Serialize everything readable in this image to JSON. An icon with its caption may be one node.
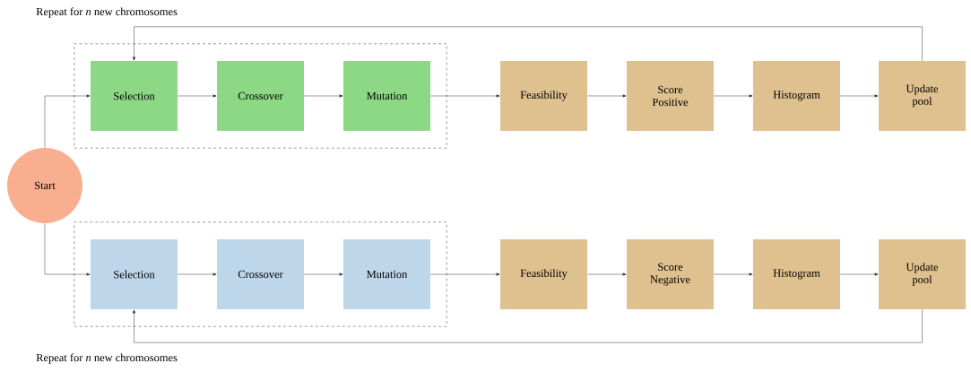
{
  "diagram": {
    "nodes": [
      {
        "text": [
          "Start"
        ]
      },
      {
        "text": [],
        "shape": "box"
      },
      {
        "text": [
          "Selection"
        ],
        "in": 1
      },
      {
        "text": [
          "Crossover"
        ],
        "in": 1
      },
      {
        "text": [
          "Mutation"
        ],
        "in": 1
      },
      {
        "text": [
          "Feasibility"
        ]
      },
      {
        "text": [
          "Score Positive"
        ]
      },
      {
        "text": [
          "Histogram"
        ]
      },
      {
        "text": [
          "Update pool"
        ]
      },
      {
        "text": [],
        "shape": "box"
      },
      {
        "text": [
          "Selection"
        ],
        "in": 9
      },
      {
        "text": [
          "Crossover"
        ],
        "in": 9
      },
      {
        "text": [
          "Mutation"
        ],
        "in": 9
      },
      {
        "text": [
          "Feasibility"
        ]
      },
      {
        "text": [
          "Score Negative"
        ]
      },
      {
        "text": [
          "Histogram"
        ]
      },
      {
        "text": [
          "Update pool"
        ]
      }
    ],
    "edges": [
      {
        "from": 0,
        "to": 2,
        "arrow": "to"
      },
      {
        "from": 2,
        "to": 3,
        "arrow": "to"
      },
      {
        "from": 3,
        "to": 4,
        "arrow": "to"
      },
      {
        "from": 4,
        "to": 5,
        "arrow": "to"
      },
      {
        "from": 5,
        "to": 6,
        "arrow": "to"
      },
      {
        "from": 6,
        "to": 7,
        "arrow": "to"
      },
      {
        "from": 7,
        "to": 8,
        "arrow": "to"
      },
      {
        "from": 8,
        "to": 2,
        "arrow": "to"
      },
      {
        "from": 0,
        "to": 10,
        "arrow": "to"
      },
      {
        "from": 10,
        "to": 11,
        "arrow": "to"
      },
      {
        "from": 11,
        "to": 12,
        "arrow": "to"
      },
      {
        "from": 12,
        "to": 13,
        "arrow": "to"
      },
      {
        "from": 13,
        "to": 14,
        "arrow": "to"
      },
      {
        "from": 14,
        "to": 15,
        "arrow": "to"
      },
      {
        "from": 15,
        "to": 16,
        "arrow": "to"
      },
      {
        "from": 16,
        "to": 10,
        "arrow": "to"
      }
    ],
    "labels": [
      "Repeat for *n* new chromosomes",
      "Repeat for *n* new chromosomes"
    ]
  }
}
